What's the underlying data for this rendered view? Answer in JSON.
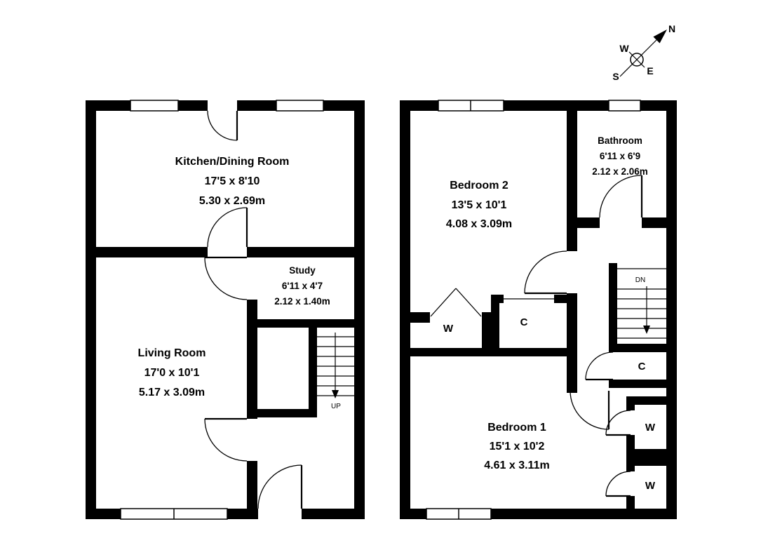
{
  "page": {
    "background": "#ffffff",
    "wall_color": "#000000"
  },
  "compass": {
    "north": "N",
    "east": "E",
    "south": "S",
    "west": "W"
  },
  "ground_floor": {
    "rooms": {
      "kitchen": {
        "name": "Kitchen/Dining Room",
        "imperial": "17'5 x 8'10",
        "metric": "5.30 x 2.69m"
      },
      "study": {
        "name": "Study",
        "imperial": "6'11 x 4'7",
        "metric": "2.12 x 1.40m"
      },
      "living": {
        "name": "Living Room",
        "imperial": "17'0 x 10'1",
        "metric": "5.17 x 3.09m"
      }
    },
    "stairs": {
      "label": "UP"
    }
  },
  "first_floor": {
    "rooms": {
      "bedroom2": {
        "name": "Bedroom 2",
        "imperial": "13'5 x 10'1",
        "metric": "4.08 x 3.09m"
      },
      "bathroom": {
        "name": "Bathroom",
        "imperial": "6'11 x 6'9",
        "metric": "2.12 x 2.06m"
      },
      "bedroom1": {
        "name": "Bedroom 1",
        "imperial": "15'1 x 10'2",
        "metric": "4.61 x 3.11m"
      }
    },
    "stairs": {
      "label": "DN"
    },
    "closets": {
      "wardrobe": "W",
      "cupboard": "C"
    }
  }
}
